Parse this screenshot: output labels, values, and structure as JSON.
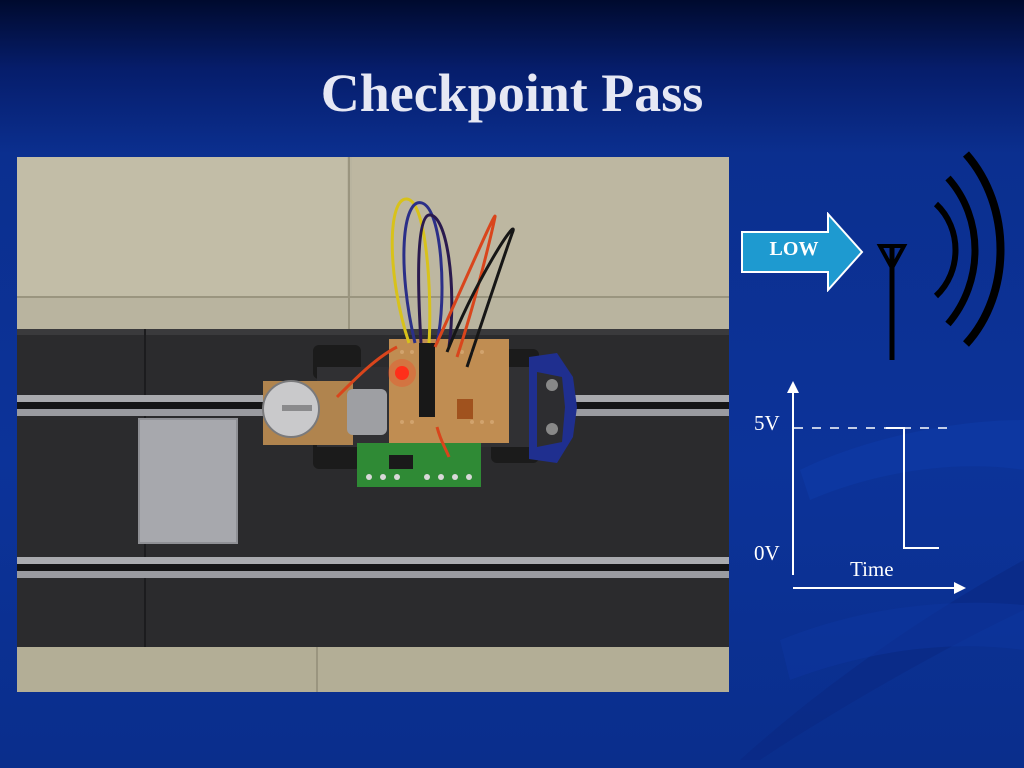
{
  "slide": {
    "title": "Checkpoint Pass"
  },
  "photo": {
    "subject": "slot car with circuit board and sensor on track"
  },
  "signal": {
    "arrow_label": "LOW",
    "arrow_color": "#1e9ad0",
    "icon": "antenna-icon"
  },
  "graph": {
    "high_label": "5V",
    "low_label": "0V",
    "x_label": "Time"
  },
  "colors": {
    "title": "#e6e8f4",
    "background": "#0c3399",
    "line": "#ffffff"
  }
}
